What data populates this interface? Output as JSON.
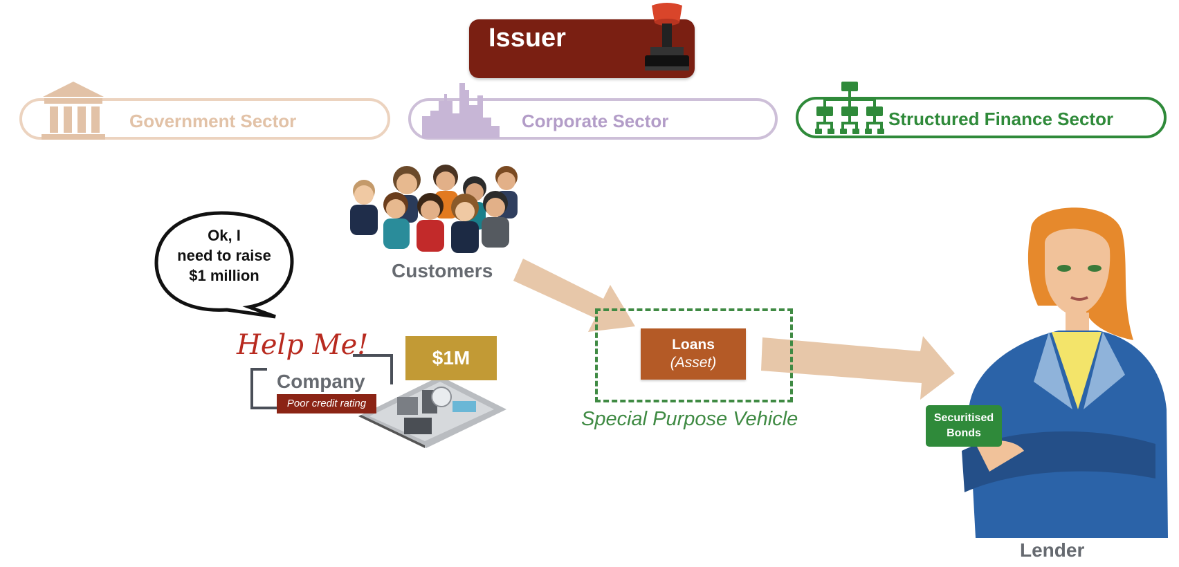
{
  "issuer": {
    "title": "Issuer"
  },
  "sectors": {
    "government": "Government Sector",
    "corporate": "Corporate Sector",
    "structured": "Structured Finance Sector"
  },
  "customers": {
    "label": "Customers"
  },
  "speech": {
    "lines": [
      "Ok, I",
      "need to raise",
      "$1 million"
    ]
  },
  "company": {
    "help_text": "Help Me!",
    "label": "Company",
    "rating": "Poor credit rating",
    "amount": "$1M"
  },
  "spv": {
    "loans_title": "Loans",
    "loans_sub": "(Asset)",
    "label": "Special Purpose Vehicle"
  },
  "lender": {
    "label": "Lender",
    "bonds": [
      "Securitised",
      "Bonds"
    ]
  },
  "colors": {
    "issuer": "#7a1f12",
    "government": "#ecd3bf",
    "corporate": "#cdbfd8",
    "structured": "#2f8a3a",
    "arrow": "#e7c7a9",
    "loans": "#b45a26",
    "amount": "#c29a35"
  }
}
